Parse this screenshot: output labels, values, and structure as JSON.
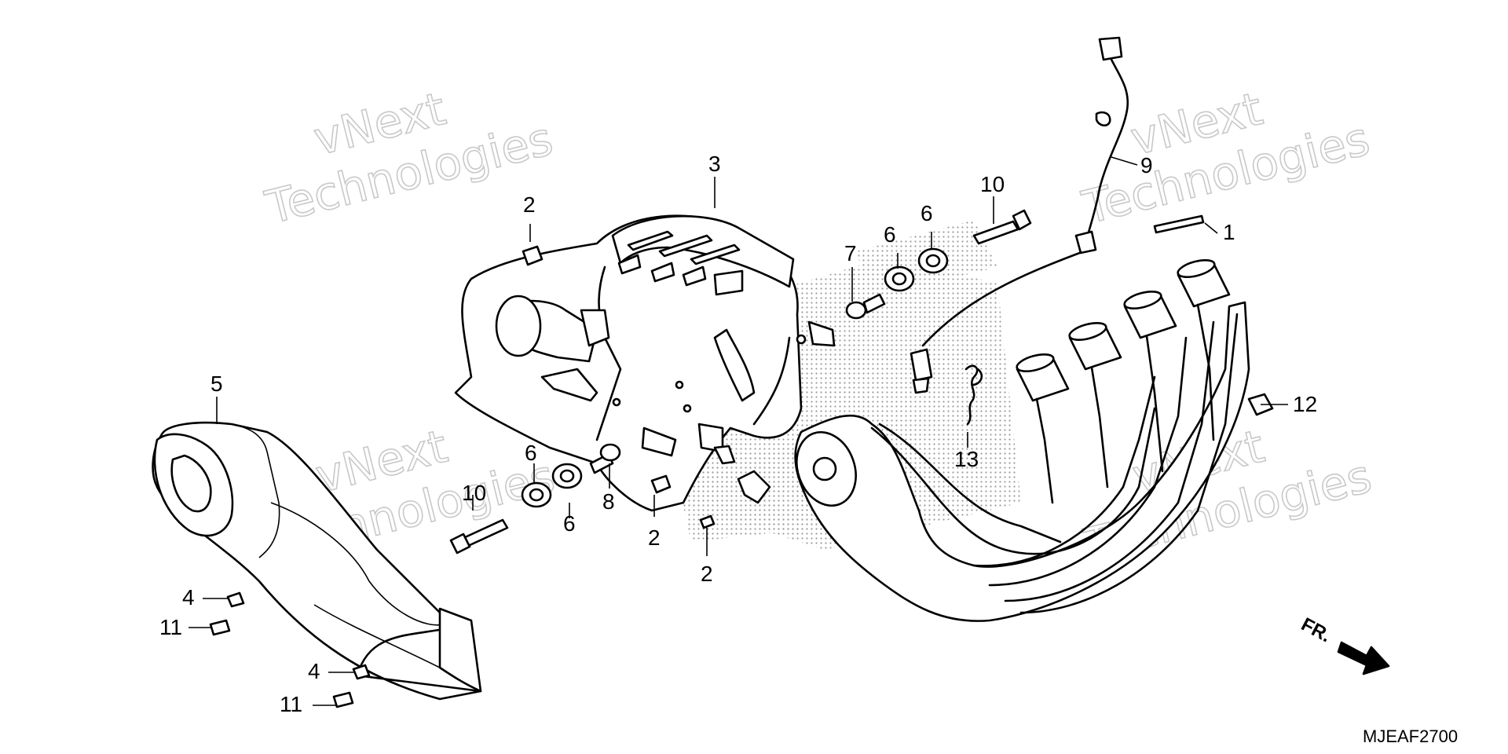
{
  "diagram": {
    "code": "MJEAF2700",
    "direction_label": "FR.",
    "watermark": {
      "line1": "vNext",
      "line2": "Technologies"
    },
    "callouts": {
      "p1": "1",
      "p2": "2",
      "p3": "3",
      "p4": "4",
      "p5": "5",
      "p6": "6",
      "p7": "7",
      "p8": "8",
      "p9": "9",
      "p10": "10",
      "p11": "11",
      "p12": "12",
      "p13": "13"
    }
  }
}
